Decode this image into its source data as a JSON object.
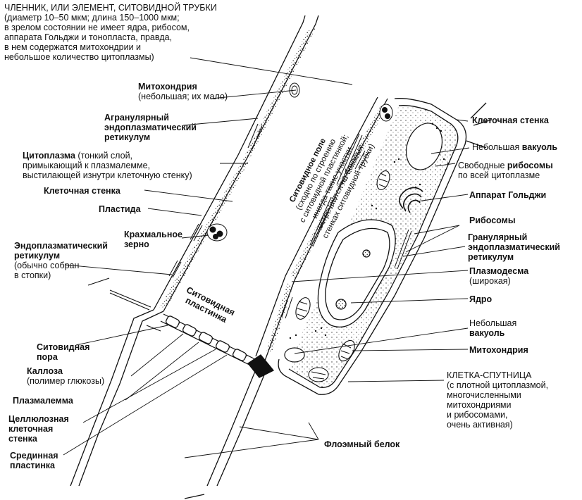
{
  "labels": {
    "title": [
      [
        [
          "ЧЛЕННИК, ИЛИ ЭЛЕМЕНТ, СИТОВИДНОЙ ТРУБКИ",
          false
        ]
      ],
      [
        [
          "(диаметр 10–50 мкм; длина 150–1000 мкм;",
          false
        ]
      ],
      [
        [
          "в зрелом состоянии не имеет ядра, рибосом,",
          false
        ]
      ],
      [
        [
          "аппарата Гольджи и тонопласта, правда,",
          false
        ]
      ],
      [
        [
          "в нем содержатся митохондрии и",
          false
        ]
      ],
      [
        [
          "небольшое количество цитоплазмы)",
          false
        ]
      ]
    ],
    "mito_top": [
      [
        [
          "Митохондрия",
          true
        ]
      ],
      [
        [
          "(небольшая; их мало)",
          false
        ]
      ]
    ],
    "aer": [
      [
        [
          "Агранулярный",
          true
        ]
      ],
      [
        [
          "эндоплазматический",
          true
        ]
      ],
      [
        [
          "ретикулум",
          true
        ]
      ]
    ],
    "cytoplasm": [
      [
        [
          "Цитоплазма",
          true
        ],
        [
          " (тонкий слой,",
          false
        ]
      ],
      [
        [
          "примыкающий к плазмалемме,",
          false
        ]
      ],
      [
        [
          "выстилающей изнутри клеточную стенку)",
          false
        ]
      ]
    ],
    "cell_wall_left": [
      [
        [
          "Клеточная стенка",
          true
        ]
      ]
    ],
    "plastid": [
      [
        [
          "Пластида",
          true
        ]
      ]
    ],
    "starch": [
      [
        [
          "Крахмальное",
          true
        ]
      ],
      [
        [
          "зерно",
          true
        ]
      ]
    ],
    "er_left": [
      [
        [
          "Эндоплазматический",
          true
        ]
      ],
      [
        [
          "ретикулум",
          true
        ]
      ],
      [
        [
          "(обычно собран",
          false
        ]
      ],
      [
        [
          "в стопки)",
          false
        ]
      ]
    ],
    "sieve_pore": [
      [
        [
          "Ситовидная",
          true
        ]
      ],
      [
        [
          "пора",
          true
        ]
      ]
    ],
    "callose": [
      [
        [
          "Каллоза",
          true
        ]
      ],
      [
        [
          "(полимер глюкозы)",
          false
        ]
      ]
    ],
    "plasmalemma": [
      [
        [
          "Плазмалемма",
          true
        ]
      ]
    ],
    "cellulose_wall": [
      [
        [
          "Целлюлозная",
          true
        ]
      ],
      [
        [
          "клеточная",
          true
        ]
      ],
      [
        [
          "стенка",
          true
        ]
      ]
    ],
    "middle_lamella": [
      [
        [
          "Срединная",
          true
        ]
      ],
      [
        [
          "пластинка",
          true
        ]
      ]
    ],
    "phloem_protein": [
      [
        [
          "Флоэмный белок",
          true
        ]
      ]
    ],
    "sieve_plate": [
      [
        [
          "Ситовидная",
          true
        ]
      ],
      [
        [
          "пластинка",
          true
        ]
      ]
    ],
    "sieve_field": [
      [
        [
          "Ситовидное поле",
          true
        ]
      ],
      [
        [
          "(сходно по строению",
          false
        ]
      ],
      [
        [
          "с ситовидной пластинкой;",
          false
        ]
      ],
      [
        [
          "иногда такие участки",
          false
        ]
      ],
      [
        [
          "встречаются на боковых",
          false
        ]
      ],
      [
        [
          "стенках ситовидной трубки)",
          false
        ]
      ]
    ],
    "cell_wall_right": [
      [
        [
          "Клеточная стенка",
          true
        ]
      ]
    ],
    "vacuole_small": [
      [
        [
          "Небольшая ",
          false
        ],
        [
          "вакуоль",
          true
        ]
      ]
    ],
    "free_ribosomes": [
      [
        [
          "Свободные ",
          false
        ],
        [
          "рибосомы",
          true
        ]
      ],
      [
        [
          "по всей цитоплазме",
          false
        ]
      ]
    ],
    "golgi": [
      [
        [
          "Аппарат Гольджи",
          true
        ]
      ]
    ],
    "ribosomes": [
      [
        [
          "Рибосомы",
          true
        ]
      ]
    ],
    "rer": [
      [
        [
          "Гранулярный",
          true
        ]
      ],
      [
        [
          "эндоплазматический",
          true
        ]
      ],
      [
        [
          "ретикулум",
          true
        ]
      ]
    ],
    "plasmodesma": [
      [
        [
          "Плазмодесма",
          true
        ]
      ],
      [
        [
          "(широкая)",
          false
        ]
      ]
    ],
    "nucleus": [
      [
        [
          "Ядро",
          true
        ]
      ]
    ],
    "vacuole_small2": [
      [
        [
          "Небольшая",
          false
        ]
      ],
      [
        [
          "вакуоль",
          true
        ]
      ]
    ],
    "mito_right": [
      [
        [
          "Митохондрия",
          true
        ]
      ]
    ],
    "companion": [
      [
        [
          "КЛЕТКА-СПУТНИЦА",
          false
        ]
      ],
      [
        [
          "(с плотной цитоплазмой,",
          false
        ]
      ],
      [
        [
          "многочисленными",
          false
        ]
      ],
      [
        [
          "митохондриями",
          false
        ]
      ],
      [
        [
          "и рибосомами,",
          false
        ]
      ],
      [
        [
          "очень активная)",
          false
        ]
      ]
    ]
  }
}
